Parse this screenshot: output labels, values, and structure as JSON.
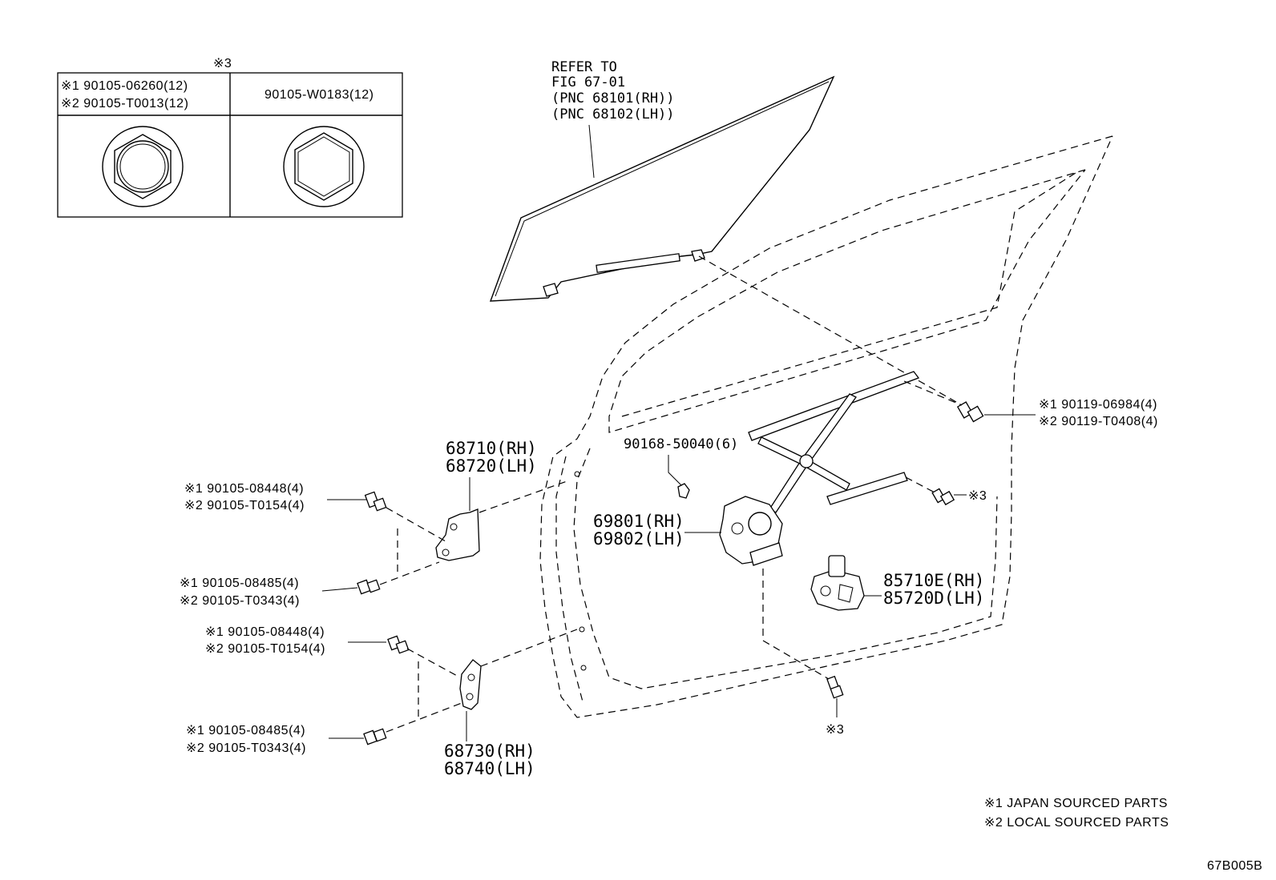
{
  "note_box": {
    "header": "※3",
    "left_line1": "※1 90105-06260(12)",
    "left_line2": "※2 90105-T0013(12)",
    "right_line": "90105-W0183(12)"
  },
  "glass_ref": {
    "line1": "REFER TO",
    "line2": "FIG 67-01",
    "line3": "(PNC 68101(RH))",
    "line4": "(PNC 68102(LH))"
  },
  "upper_hinge": {
    "rh": "68710(RH)",
    "lh": "68720(LH)"
  },
  "lower_hinge": {
    "rh": "68730(RH)",
    "lh": "68740(LH)"
  },
  "regulator": {
    "rh": "69801(RH)",
    "lh": "69802(LH)"
  },
  "motor": {
    "rh": "85710E(RH)",
    "lh": "85720D(LH)"
  },
  "clip": "90168-50040(6)",
  "bolts": {
    "upper_hinge_top_1": "※1 90105-08448(4)",
    "upper_hinge_top_2": "※2 90105-T0154(4)",
    "upper_hinge_bottom_1": "※1 90105-08485(4)",
    "upper_hinge_bottom_2": "※2 90105-T0343(4)",
    "lower_hinge_top_1": "※1 90105-08448(4)",
    "lower_hinge_top_2": "※2 90105-T0154(4)",
    "lower_hinge_bottom_1": "※1 90105-08485(4)",
    "lower_hinge_bottom_2": "※2 90105-T0343(4)",
    "regulator_bolt_1": "※1 90119-06984(4)",
    "regulator_bolt_2": "※2 90119-T0408(4)",
    "ref_mark_right": "※3",
    "ref_mark_bottom": "※3"
  },
  "legend": {
    "line1": "※1 JAPAN SOURCED PARTS",
    "line2": "※2 LOCAL SOURCED PARTS"
  },
  "figure_code": "67B005B"
}
